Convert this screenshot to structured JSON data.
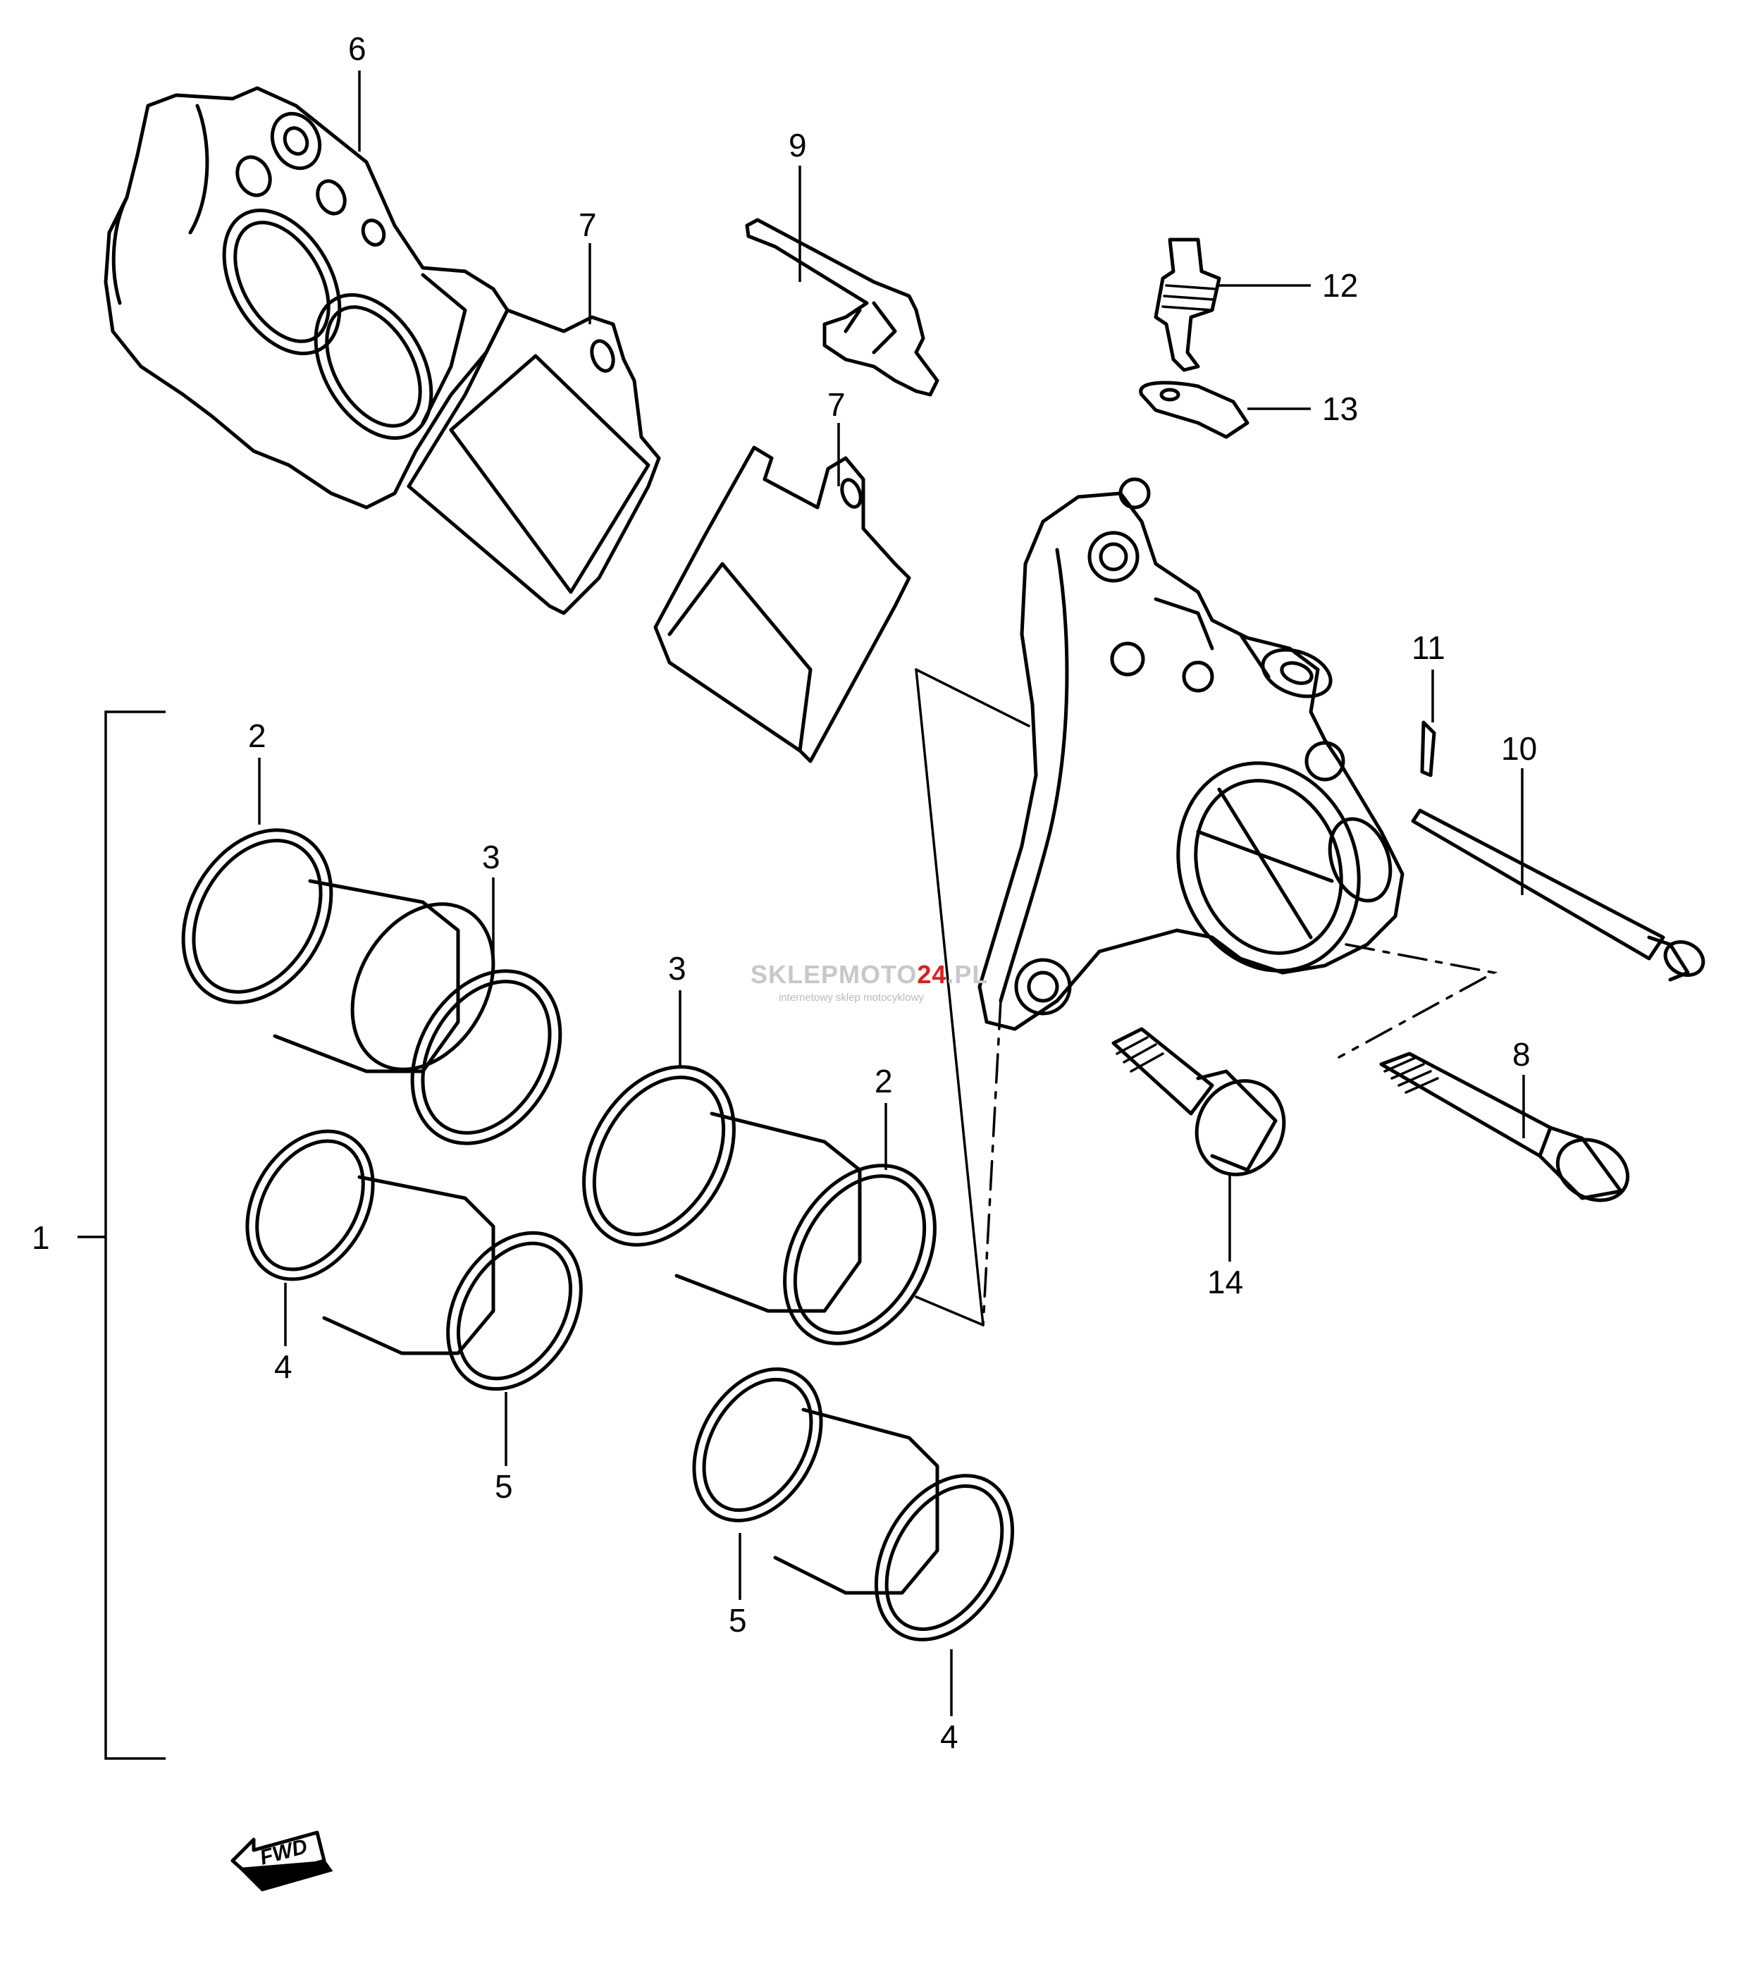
{
  "callouts": {
    "c1": "1",
    "c2a": "2",
    "c2b": "2",
    "c3a": "3",
    "c3b": "3",
    "c4a": "4",
    "c4b": "4",
    "c5a": "5",
    "c5b": "5",
    "c6": "6",
    "c7a": "7",
    "c7b": "7",
    "c8": "8",
    "c9": "9",
    "c10": "10",
    "c11": "11",
    "c12": "12",
    "c13": "13",
    "c14": "14"
  },
  "fwd_label": "FWD",
  "watermark": {
    "prefix": "SKLEPMOTO",
    "number": "24",
    "suffix": ".PL",
    "tagline": "internetowy sklep motocyklowy",
    "colors": {
      "text": "#c8c8c8",
      "accent": "#e31c1c"
    }
  }
}
